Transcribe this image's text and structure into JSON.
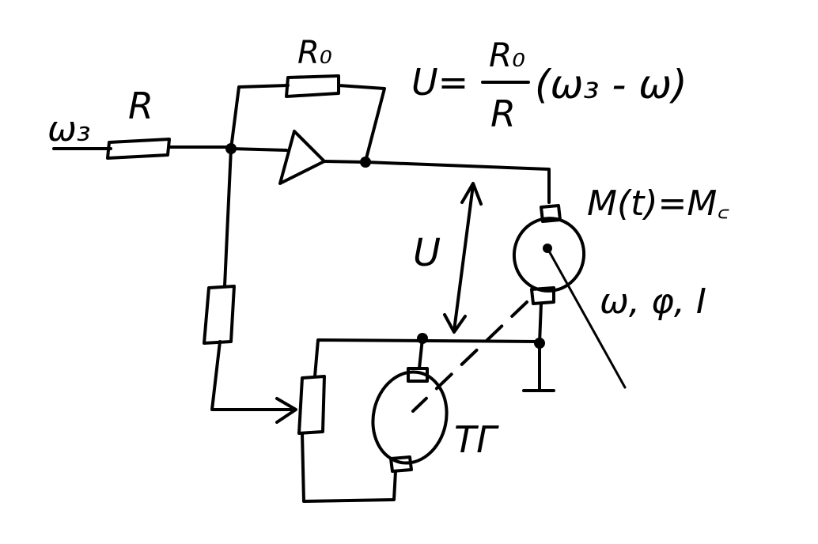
{
  "colors": {
    "ink": "#000000",
    "background": "#ffffff"
  },
  "labels": {
    "input": "ω₃",
    "input_resistor": "R",
    "feedback_resistor": "R₀",
    "equation_lhs": "U=",
    "equation_num": "R₀",
    "equation_den": "R",
    "equation_rhs": "(ω₃ - ω)",
    "voltage": "U",
    "load_torque": "M(t)=M꜀",
    "motor_vars": "ω, φ, I",
    "tachogenerator": "ТГ"
  }
}
